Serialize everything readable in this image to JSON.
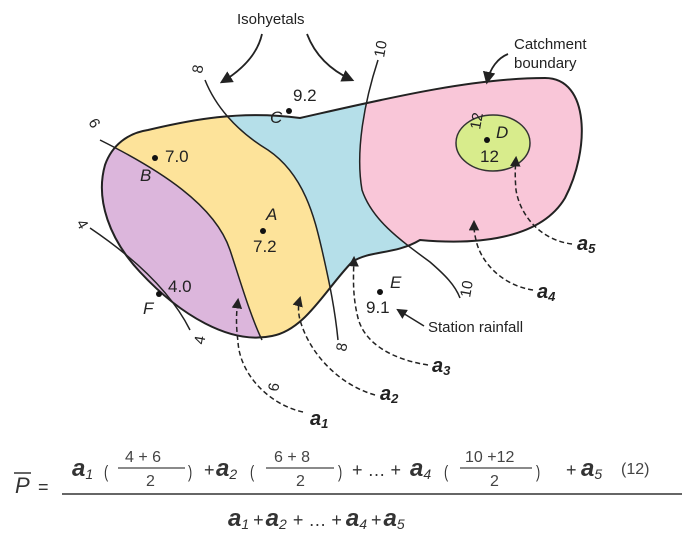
{
  "diagram": {
    "colors": {
      "zone_4_6": "#dcb6dc",
      "zone_6_8": "#fde39a",
      "zone_8_10": "#b5dfe9",
      "zone_10_12": "#f9c6d8",
      "zone_12": "#d8ec8c",
      "outline": "#222222"
    },
    "callouts": {
      "isohyetals": "Isohyetals",
      "catchment_line1": "Catchment",
      "catchment_line2": "boundary",
      "station_rainfall": "Station rainfall"
    },
    "isohyet_labels": {
      "i4_top": "4",
      "i4_bottom": "4",
      "i6_top": "6",
      "i6_bottom": "6",
      "i8_top": "8",
      "i8_bottom": "8",
      "i10_top": "10",
      "i10_bottom": "10",
      "i12": "12"
    },
    "stations": [
      {
        "name": "B",
        "value": "7.0"
      },
      {
        "name": "A",
        "value": "7.2"
      },
      {
        "name": "C",
        "value": "9.2"
      },
      {
        "name": "E",
        "value": "9.1"
      },
      {
        "name": "F",
        "value": "4.0"
      },
      {
        "name": "D",
        "value": "12"
      }
    ],
    "areas": [
      {
        "base": "a",
        "sub": "1"
      },
      {
        "base": "a",
        "sub": "2"
      },
      {
        "base": "a",
        "sub": "3"
      },
      {
        "base": "a",
        "sub": "4"
      },
      {
        "base": "a",
        "sub": "5"
      }
    ]
  },
  "formula": {
    "lhs": "P",
    "equals": "=",
    "numerator": {
      "t1_a": "a",
      "t1_sub": "1",
      "t1_num": "4  + 6",
      "t1_den": "2",
      "plus1": "+",
      "t2_a": "a",
      "t2_sub": "2",
      "t2_num": "6  + 8",
      "t2_den": "2",
      "ellipsis": "+ … +",
      "t4_a": "a",
      "t4_sub": "4",
      "t4_num": "10 +12",
      "t4_den": "2",
      "plus2": "+",
      "t5_a": "a",
      "t5_sub": "5",
      "t5_val": "(12)"
    },
    "denominator": {
      "d1_a": "a",
      "d1_sub": "1",
      "plus_a": "+",
      "d2_a": "a",
      "d2_sub": "2",
      "ell": "+ … +",
      "d4_a": "a",
      "d4_sub": "4",
      "plus_b": "+",
      "d5_a": "a",
      "d5_sub": "5"
    }
  }
}
